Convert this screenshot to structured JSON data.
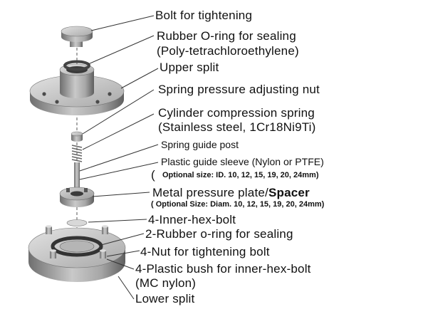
{
  "labels": {
    "bolt": "Bolt for tightening",
    "oring_1": "Rubber O-ring for sealing",
    "oring_2": "(Poly-tetrachloroethylene)",
    "upper_split": "Upper split",
    "adjusting_nut": "Spring pressure adjusting nut",
    "spring_1": "Cylinder compression spring",
    "spring_2": "(Stainless steel, 1Cr18Ni9Ti)",
    "guide_post": "Spring guide post",
    "guide_sleeve": "Plastic guide sleeve (Nylon or PTFE)",
    "sleeve_size_paren": "(",
    "sleeve_size": "Optional size: ID. 10, 12, 15, 19, 20, 24mm)",
    "plate_main": "Metal pressure plate/",
    "plate_spacer": "Spacer",
    "plate_size": "( Optional Size: Diam. 10, 12, 15, 19, 20, 24mm)",
    "inner_hex_bolt": "4-Inner-hex-bolt",
    "oring_lower": "2-Rubber o-ring for sealing",
    "nut": "4-Nut for tightening bolt",
    "bush_1": "4-Plastic bush for inner-hex-bolt",
    "bush_2": "(MC nylon)",
    "lower_split": "Lower split"
  }
}
